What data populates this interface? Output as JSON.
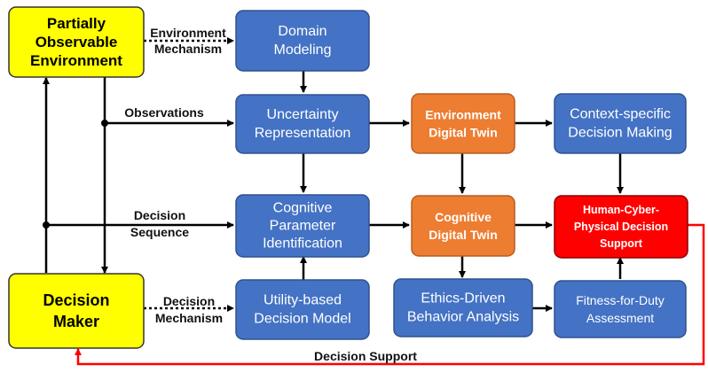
{
  "colors": {
    "yellow": "#ffff00",
    "blue": "#4472c4",
    "orange": "#ed7d31",
    "red": "#ff0000",
    "edge": "#000000",
    "feedback": "#ff0000"
  },
  "nodes": {
    "partially_observable_environment": [
      "Partially",
      "Observable",
      "Environment"
    ],
    "decision_maker": [
      "Decision",
      "Maker"
    ],
    "domain_modeling": [
      "Domain",
      "Modeling"
    ],
    "uncertainty_representation": [
      "Uncertainty",
      "Representation"
    ],
    "cognitive_parameter_identification": [
      "Cognitive",
      "Parameter",
      "Identification"
    ],
    "utility_based_decision_model": [
      "Utility-based",
      "Decision Model"
    ],
    "environment_digital_twin": [
      "Environment",
      "Digital Twin"
    ],
    "cognitive_digital_twin": [
      "Cognitive",
      "Digital Twin"
    ],
    "ethics_driven_behavior_analysis": [
      "Ethics-Driven",
      "Behavior Analysis"
    ],
    "context_specific_decision_making": [
      "Context-specific",
      "Decision Making"
    ],
    "human_cyber_physical_decision_support": [
      "Human-Cyber-",
      "Physical Decision",
      "Support"
    ],
    "fitness_for_duty_assessment": [
      "Fitness-for-Duty",
      "Assessment"
    ]
  },
  "edge_labels": {
    "environment_mechanism": [
      "Environment",
      "Mechanism"
    ],
    "observations": [
      "Observations"
    ],
    "decision_sequence": [
      "Decision",
      "Sequence"
    ],
    "decision_mechanism": [
      "Decision",
      "Mechanism"
    ],
    "decision_support": [
      "Decision Support"
    ]
  }
}
